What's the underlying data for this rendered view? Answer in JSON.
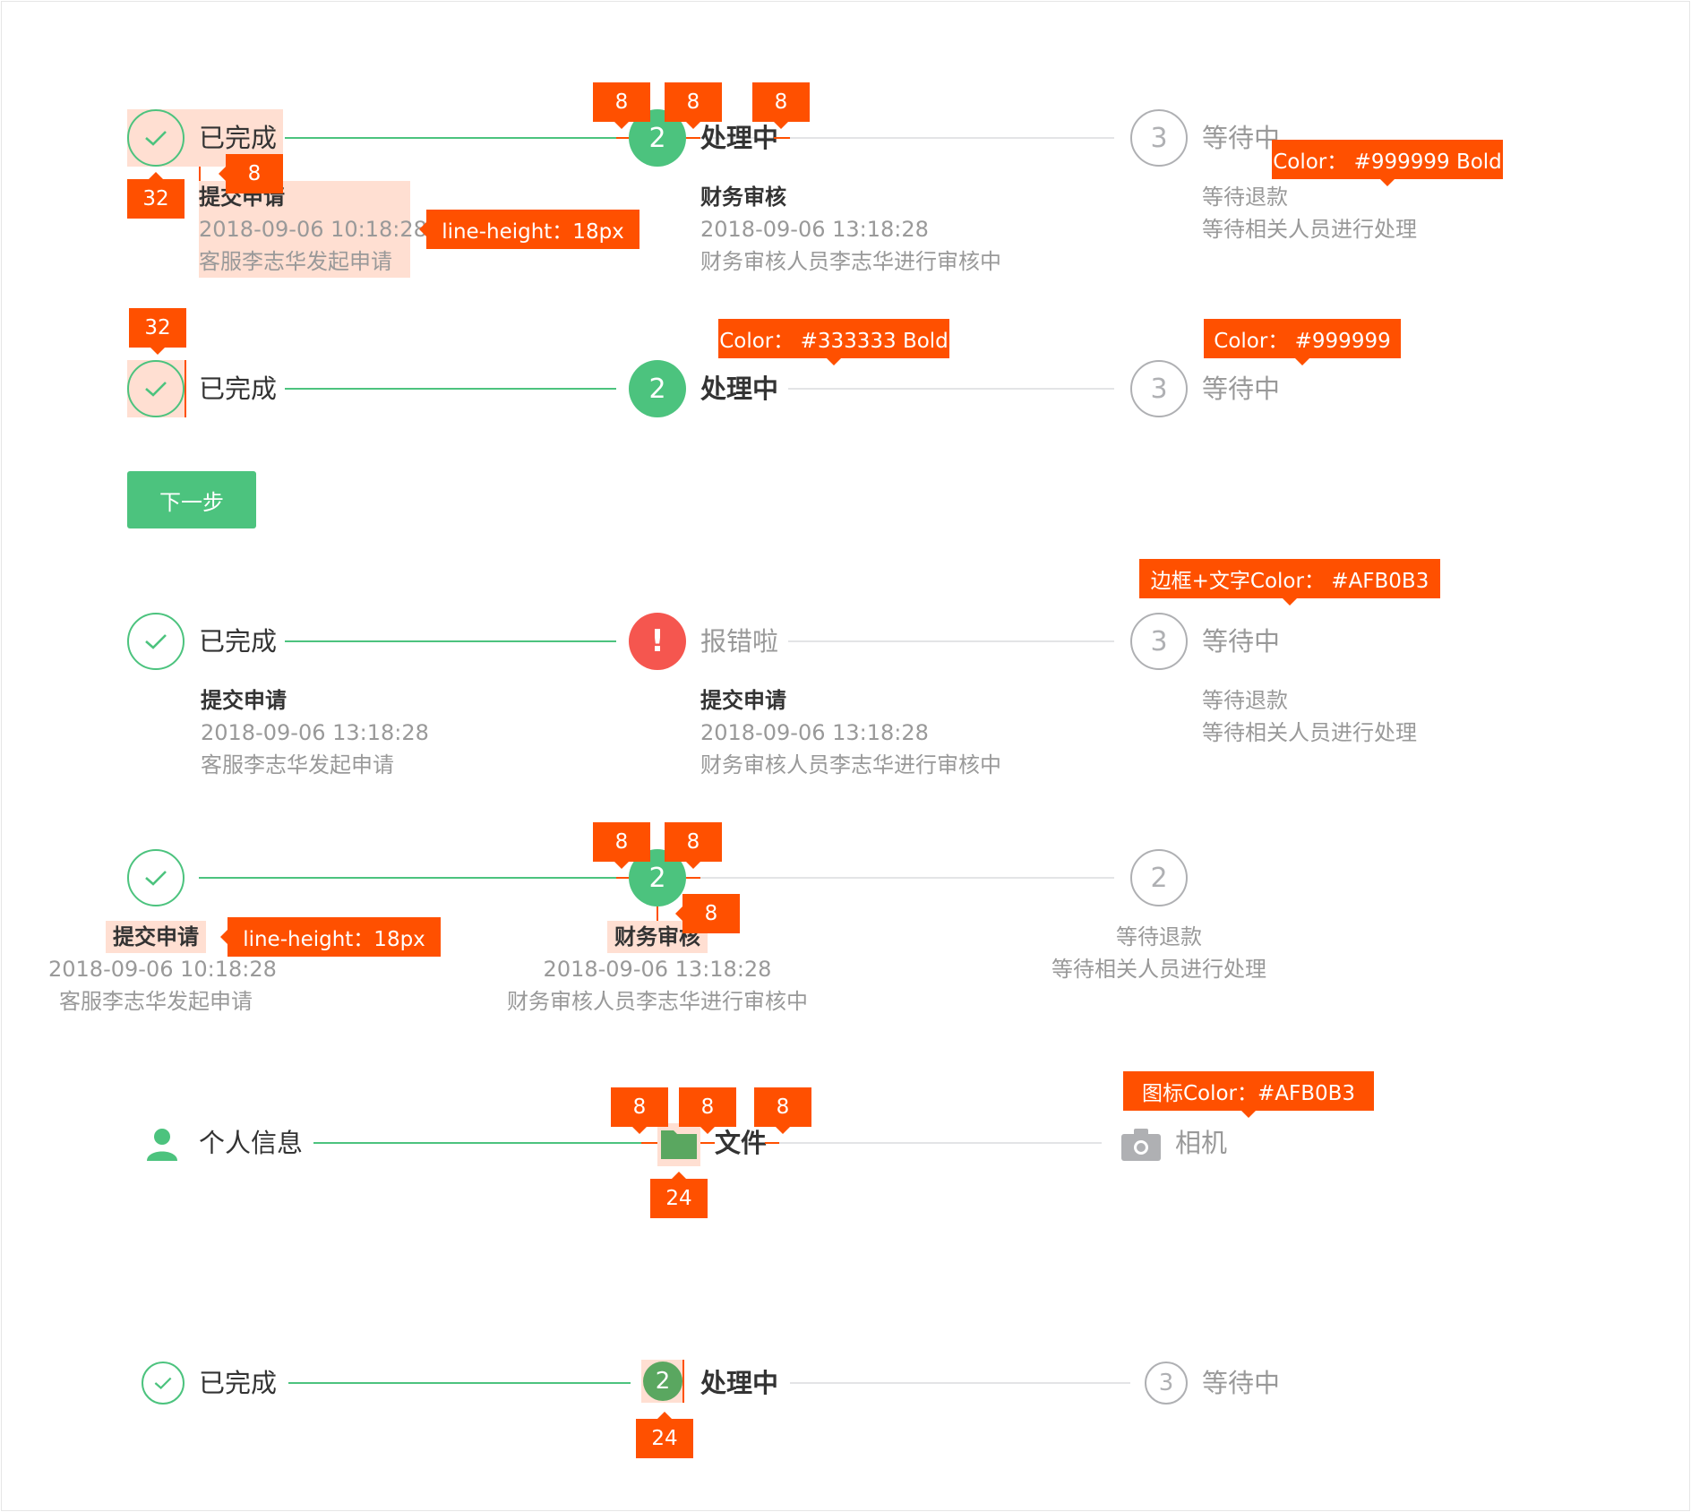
{
  "colors": {
    "green": "#4cc37e",
    "gray": "#afb0b3",
    "dark": "#333333",
    "light": "#999999",
    "error": "#f5564f",
    "annotation": "#ff5000"
  },
  "labels": {
    "done": "已完成",
    "processing": "处理中",
    "waiting": "等待中",
    "error": "报错啦",
    "submit": "提交申请",
    "finance_review": "财务审核",
    "waiting_refund": "等待退款",
    "date_a": "2018-09-06 10:18:28",
    "date_b": "2018-09-06 13:18:28",
    "desc_submit": "客服李志华发起申请",
    "desc_finance": "财务审核人员李志华进行审核中",
    "desc_wait": "等待相关人员进行处理",
    "step2": "2",
    "step3": "3",
    "exclaim": "!",
    "personal_info": "个人信息",
    "file": "文件",
    "camera": "相机"
  },
  "button": {
    "next": "下一步"
  },
  "icons": [
    "check-icon",
    "exclamation-icon",
    "user-icon",
    "folder-icon",
    "camera-icon"
  ],
  "annotations": {
    "n8": "8",
    "n32": "32",
    "n24": "24",
    "line_height": "line-height：18px",
    "color_999_bold": "Color： #999999 Bold",
    "color_333_bold": "Color： #333333 Bold",
    "color_999": "Color： #999999",
    "border_text_color": "边框+文字Color： #AFB0B3",
    "icon_color": "图标Color：#AFB0B3"
  }
}
